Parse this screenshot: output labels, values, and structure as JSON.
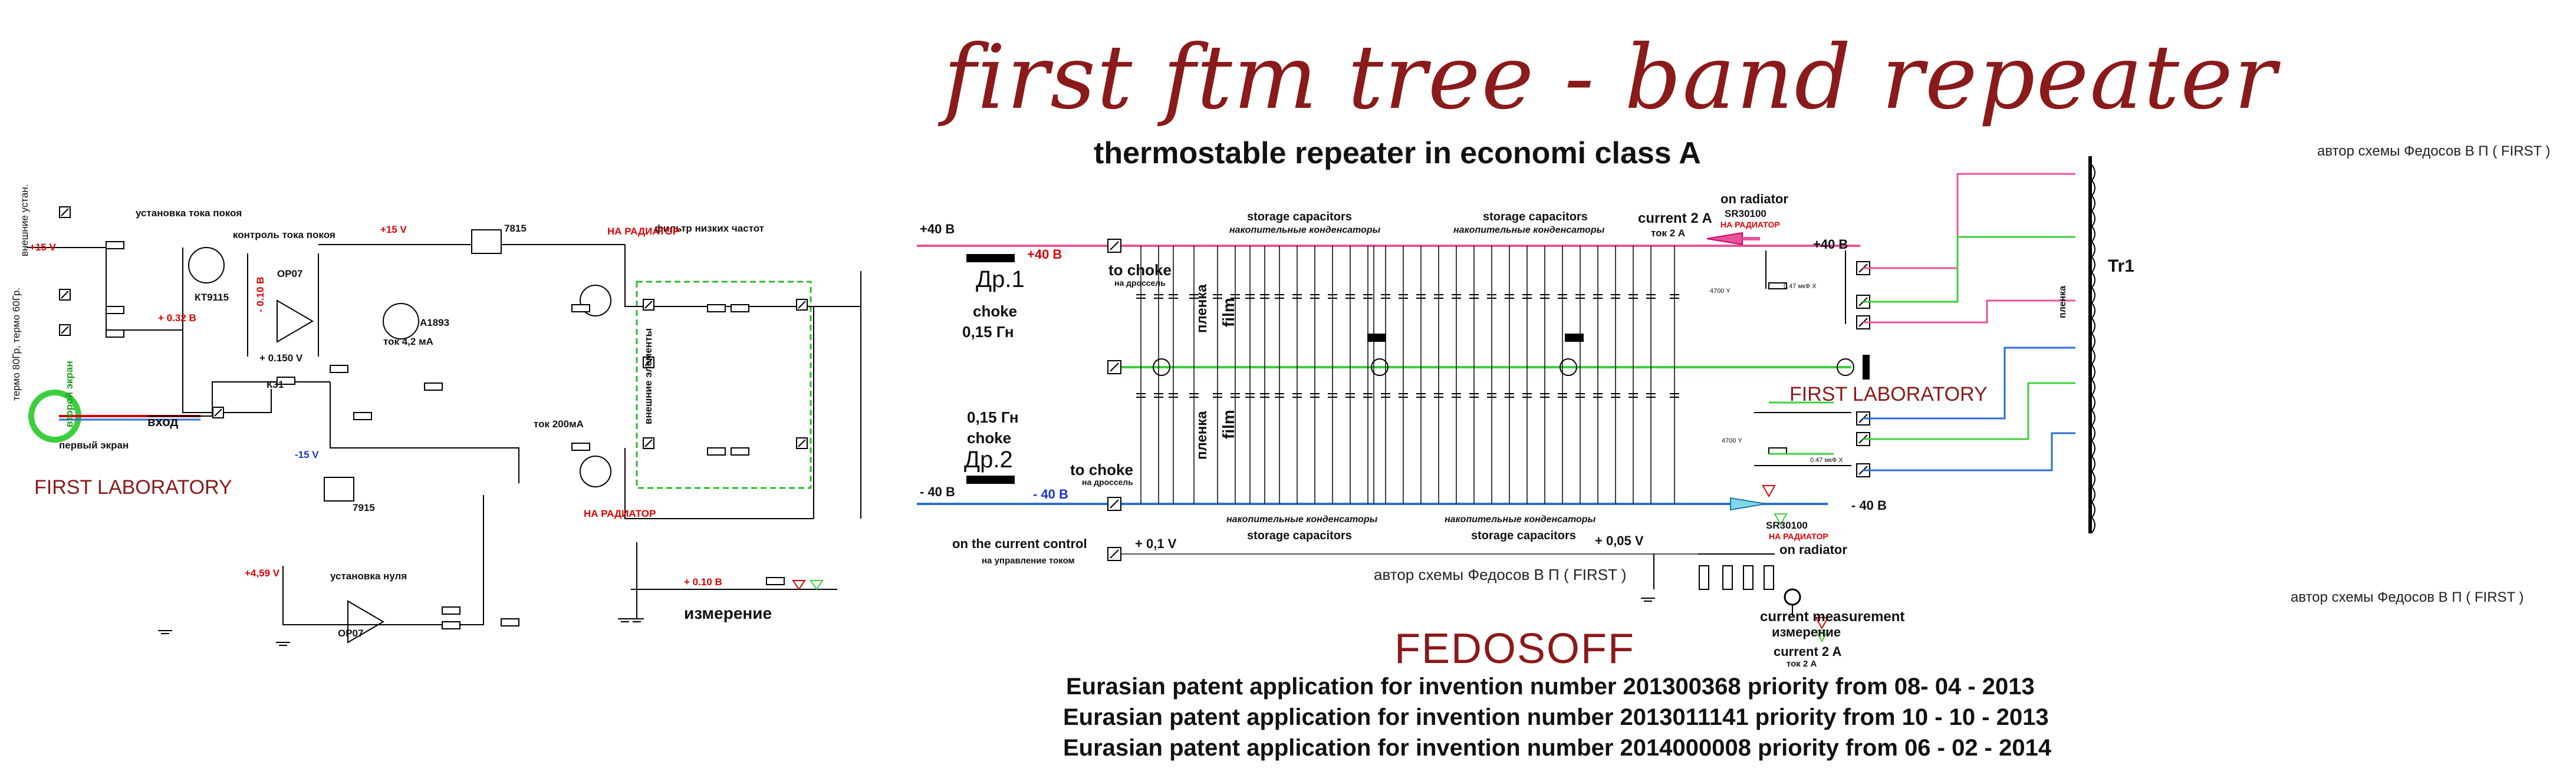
{
  "header": {
    "title": "first ftm tree - band repeater",
    "subtitle": "thermostable repeater in economi class A"
  },
  "credits": {
    "author_top_right": "автор схемы Федосов В П ( FIRST )",
    "author_bottom_right": "автор схемы Федосов В П ( FIRST )",
    "author_mid": "автор схемы Федосов В П ( FIRST )",
    "brand": "FEDOSOFF",
    "lab_left": "FIRST LABORATORY",
    "lab_right": "FIRST LABORATORY"
  },
  "patents": [
    "Eurasian patent application for invention number 201300368 priority from 08- 04 - 2013",
    "Eurasian patent application for invention number 2013011141 priority from 10 - 10 - 2013",
    "Eurasian patent application for invention number 2014000008 priority from 06 - 02 - 2014"
  ],
  "left_schematic": {
    "ustanovka_toka": "установка тока покоя",
    "kontrol_toka": "контроль тока покоя",
    "kt9115": "КТ9115",
    "op07_top": "ОР07",
    "op07_bottom": "ОР07",
    "a1893": "А1893",
    "tok42": "ток 4,2 мА",
    "v7815": "7815",
    "v7915": "7915",
    "plus15_left": "+15 V",
    "plus15_mid": "+15 V",
    "minus15": "-15 V",
    "plus032": "+ 0.32 В",
    "minus010": "- 0.10 В",
    "plus0150": "+ 0.150 V",
    "k31": "К31",
    "filtr": "фильтр низких частот",
    "na_radiator_top": "НА РАДИАТОР",
    "na_radiator_bottom": "НА РАДИАТОР",
    "tok200": "ток 200мА",
    "vhod": "вход",
    "pervy_ekran": "первый экран",
    "vtoroy_ekran": "второй экран",
    "termo": "термо 80Гр, термо 60Гр.",
    "vneshnie_ustan": "внешние устан.",
    "vneshnie_elementy": "внешние элементы",
    "ustanovka_nulya": "установка нуля",
    "plus459": "+4,59 V",
    "plus010": "+ 0.10 В",
    "izmerenie": "измерение"
  },
  "right_schematic": {
    "plus40_left": "+40 В",
    "plus40_rail": "+40 В",
    "plus40_right": "+40 В",
    "minus40_left": "- 40 В",
    "minus40_rail": "- 40 В",
    "minus40_right": "- 40 В",
    "choke1_name": "Др.1",
    "choke1_type": "choke",
    "choke1_value": "0,15 Гн",
    "choke2_value": "0,15 Гн",
    "choke2_type": "choke",
    "choke2_name": "Др.2",
    "to_choke_top": "to choke",
    "to_choke_top_ru": "на дроссель",
    "to_choke_bottom": "to choke",
    "to_choke_bottom_ru": "на дроссель",
    "storage_caps": "storage capacitors",
    "storage_caps_ru": "накопительные конденсаторы",
    "plenka": "пленка",
    "film": "film",
    "current_2a": "current 2 A",
    "tok_2a": "ток 2 А",
    "on_radiator": "on radiator",
    "sr30100": "SR30100",
    "na_radiator": "НА РАДИАТОР",
    "tr1": "Tr1",
    "plenka_tr": "пленка",
    "on_current_control": "on the current control",
    "na_upravlenie": "на управление током",
    "plus01v": "+ 0,1 V",
    "plus005v": "+ 0,05 V",
    "current_measurement": "current measurement",
    "izmerenie": "измерение",
    "current_2a_bottom": "current 2 A",
    "tok_2a_bottom": "ток 2 А",
    "cap_4700": "4700 Y",
    "cap_047": "0.47 мкФ X"
  },
  "colors": {
    "title_red": "#8b1a1a",
    "rail_positive": "#e8539a",
    "rail_negative": "#2b6fd6",
    "ground_green": "#3ccf3c",
    "bus_red": "#d40000",
    "filter_box": "#2fb82f"
  }
}
